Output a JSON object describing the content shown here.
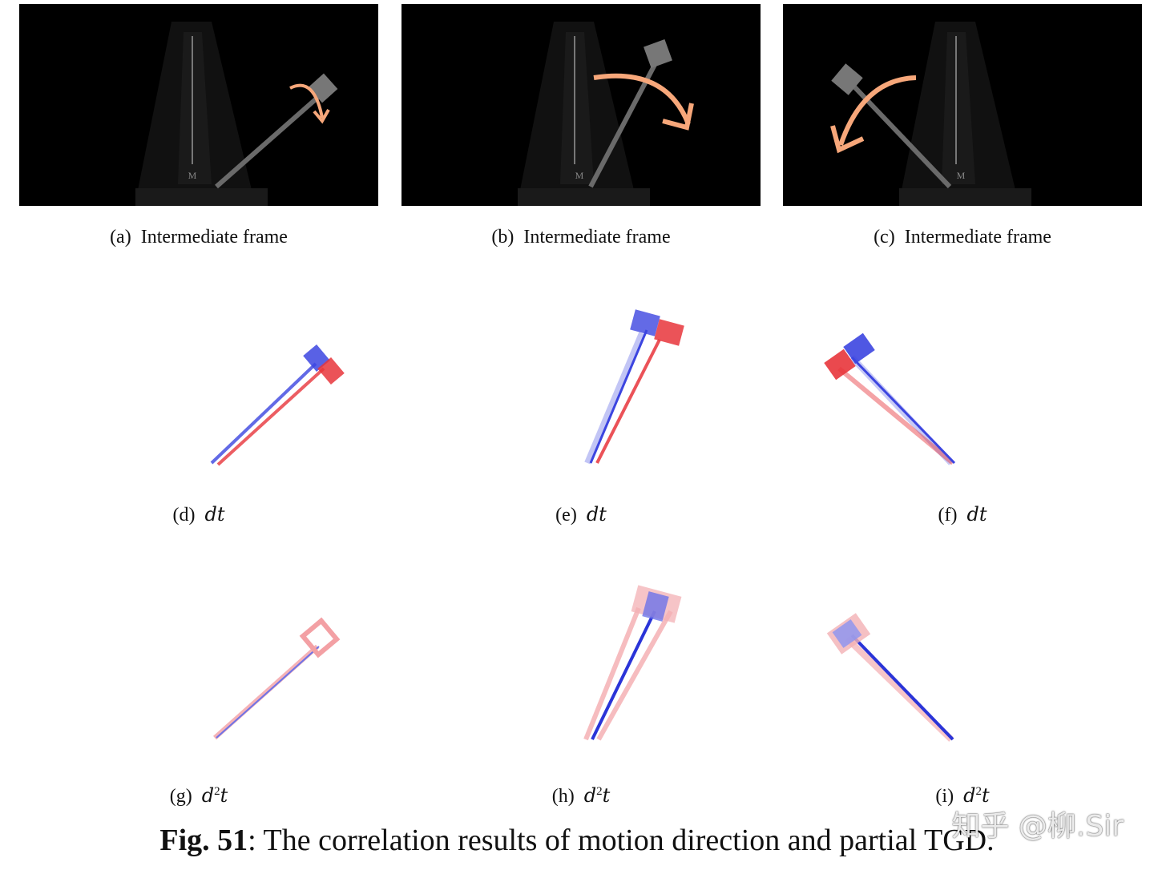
{
  "panels": [
    {
      "id": "a",
      "label": "(a)",
      "text": "Intermediate frame"
    },
    {
      "id": "b",
      "label": "(b)",
      "text": "Intermediate frame"
    },
    {
      "id": "c",
      "label": "(c)",
      "text": "Intermediate frame"
    },
    {
      "id": "d",
      "label": "(d)",
      "math": "dt"
    },
    {
      "id": "e",
      "label": "(e)",
      "math": "dt"
    },
    {
      "id": "f",
      "label": "(f)",
      "math": "dt"
    },
    {
      "id": "g",
      "label": "(g)",
      "math_base": "d",
      "math_sup": "2",
      "math_tail": "t"
    },
    {
      "id": "h",
      "label": "(h)",
      "math_base": "d",
      "math_sup": "2",
      "math_tail": "t"
    },
    {
      "id": "i",
      "label": "(i)",
      "math_base": "d",
      "math_sup": "2",
      "math_tail": "t"
    }
  ],
  "figure_caption": {
    "number": "Fig. 51",
    "text": ": The correlation results of motion direction and partial TGD."
  },
  "watermark": "知乎 @柳.Sir",
  "colors": {
    "arrow": "#f7a77a",
    "positive": "#e8353b",
    "negative": "#3c45e0",
    "frame_bg": "#000000"
  }
}
